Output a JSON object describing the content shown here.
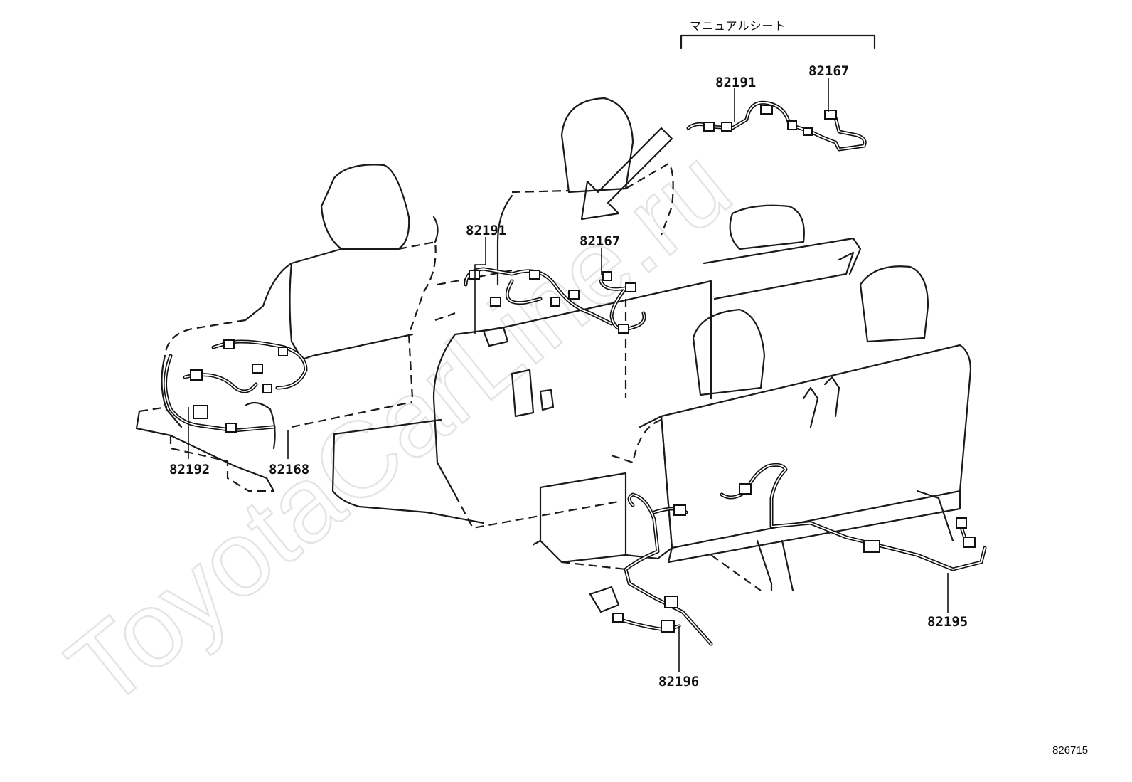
{
  "watermark": "ToyotaCarLine.ru",
  "inset_title": "マニュアルシート",
  "part_labels": {
    "inset_82191": "82191",
    "inset_82167": "82167",
    "middle_82191": "82191",
    "middle_82167": "82167",
    "front_82192": "82192",
    "front_82168": "82168",
    "rear_82196": "82196",
    "rear_82195": "82195"
  },
  "diagram_ref": "826715"
}
